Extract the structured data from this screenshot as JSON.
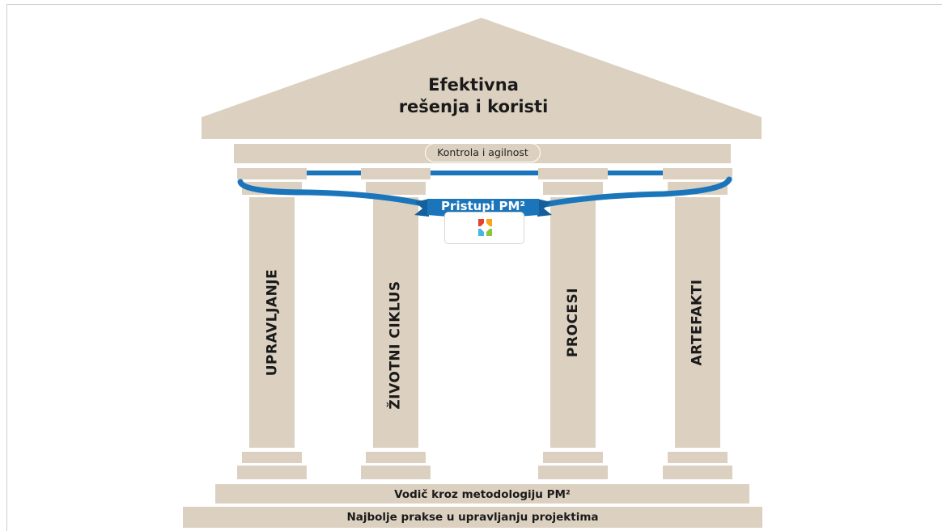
{
  "roof": {
    "title_line1": "Efektivna",
    "title_line2": "rešenja i koristi"
  },
  "beam": {
    "label": "Kontrola i agilnost"
  },
  "banner": {
    "label": "Pristupi PM²",
    "color": "#1b75bb"
  },
  "logo": {
    "name": "pm2-logo",
    "colors": [
      "#e8412c",
      "#f9a51a",
      "#47b5e6",
      "#8cc63f"
    ]
  },
  "pillars": [
    {
      "label": "UPRAVLJANJE"
    },
    {
      "label": "ŽIVOTNI CIKLUS"
    },
    {
      "label": "PROCESI"
    },
    {
      "label": "ARTEFAKTI"
    }
  ],
  "foundation": {
    "upper": "Vodič kroz metodologiju PM²",
    "lower": "Najbolje prakse u upravljanju projektima"
  },
  "colors": {
    "stone": "#dcd1c0",
    "accent": "#1b75bb"
  }
}
